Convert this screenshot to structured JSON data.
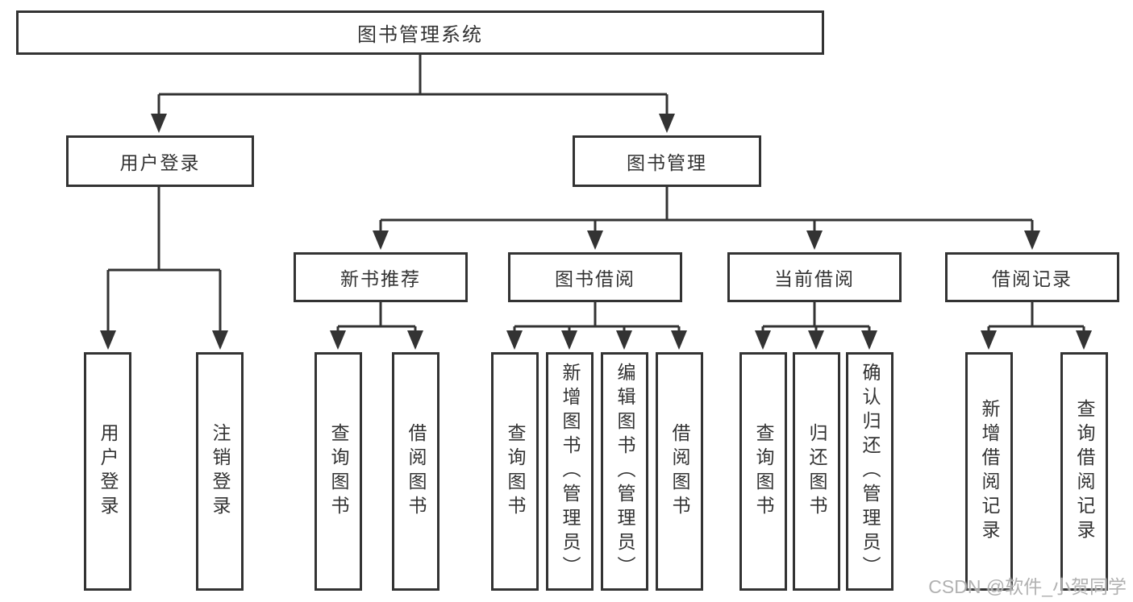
{
  "tree": {
    "root": "图书管理系统",
    "children": [
      {
        "label": "用户登录",
        "children": [
          "用户登录",
          "注销登录"
        ]
      },
      {
        "label": "图书管理",
        "children": [
          {
            "label": "新书推荐",
            "children": [
              "查询图书",
              "借阅图书"
            ]
          },
          {
            "label": "图书借阅",
            "children": [
              "查询图书",
              "新增图书（管理员）",
              "编辑图书（管理员）",
              "借阅图书"
            ]
          },
          {
            "label": "当前借阅",
            "children": [
              "查询图书",
              "归还图书",
              "确认归还（管理员）"
            ]
          },
          {
            "label": "借阅记录",
            "children": [
              "新增借阅记录",
              "查询借阅记录"
            ]
          }
        ]
      }
    ]
  },
  "watermark": {
    "text": "CSDN @软件_小贺同学"
  },
  "colors": {
    "line": "#333333",
    "box_border": "#333333",
    "box_fill": "#ffffff",
    "text": "#333333",
    "watermark": "#aaaaaa",
    "background": "#ffffff"
  }
}
